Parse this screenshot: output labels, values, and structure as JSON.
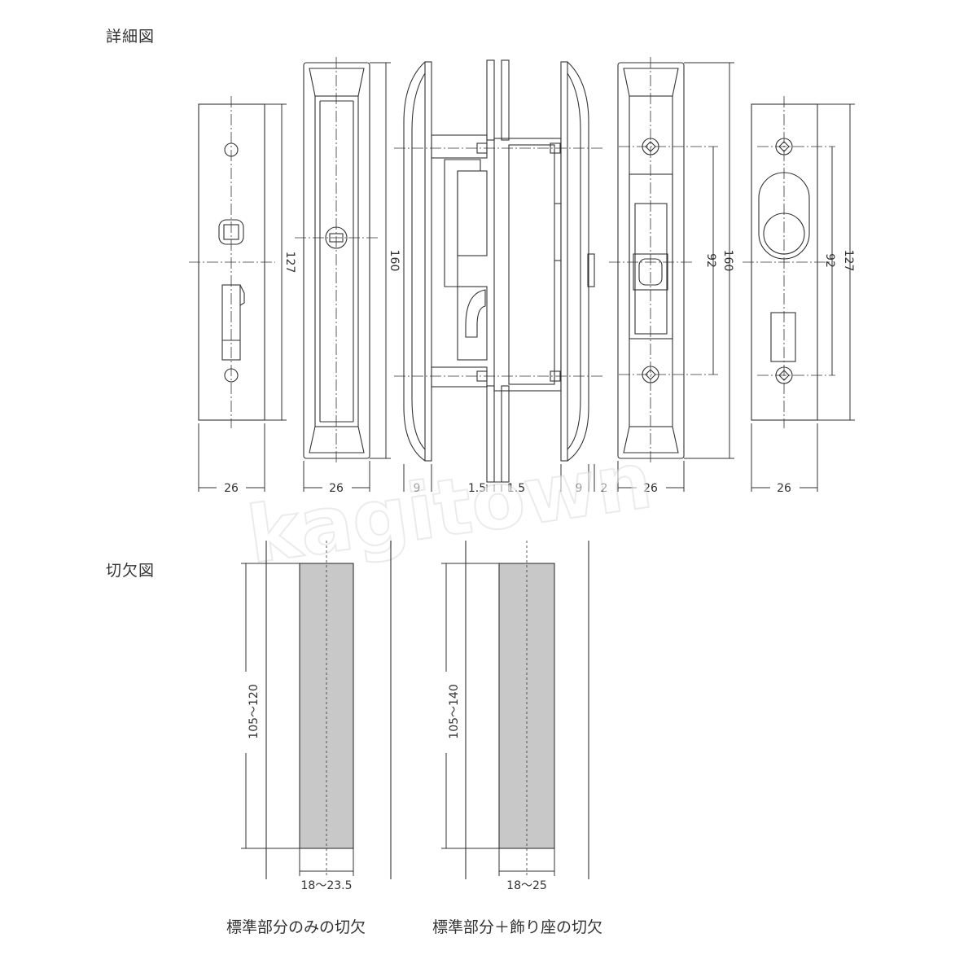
{
  "headings": {
    "detail": "詳細図",
    "cutout": "切欠図"
  },
  "dimensions": {
    "plate_height_a": "127",
    "body_height_a": "160",
    "pitch_a": "92",
    "body_height_b": "160",
    "pitch_b": "92",
    "plate_height_b": "127",
    "w_plate_a": "26",
    "w_body_a": "26",
    "w_side_9a": "9",
    "w_side_15a": "1.5",
    "w_side_15b": "1.5",
    "w_side_9b": "9",
    "w_side_2": "2",
    "w_body_b": "26",
    "w_plate_b": "26",
    "cut_a_height": "105～120",
    "cut_a_width": "18～23.5",
    "cut_b_height": "105～140",
    "cut_b_width": "18～25"
  },
  "captions": {
    "cut_a": "標準部分のみの切欠",
    "cut_b": "標準部分＋飾り座の切欠"
  },
  "watermark": "kagitown",
  "colors": {
    "line": "#333333",
    "cutout_fill": "#c8c8c8"
  }
}
